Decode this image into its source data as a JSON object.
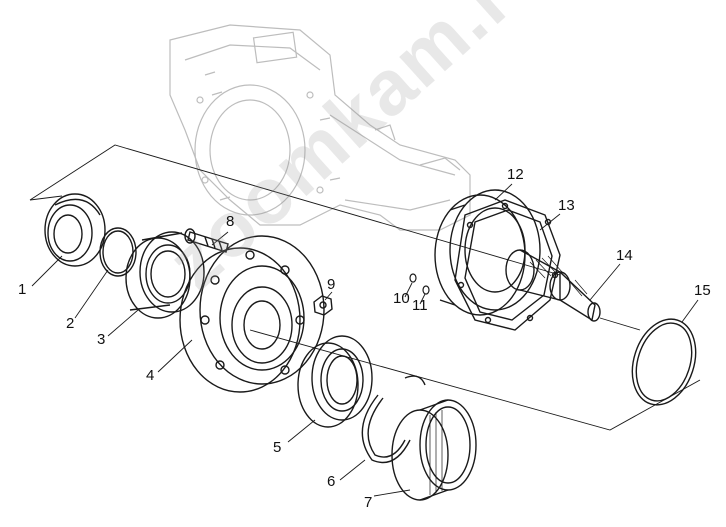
{
  "watermark": "zoomkam.ru",
  "colors": {
    "line": "#1a1a1a",
    "housing": "#bdbdbd",
    "watermark": "#999999"
  },
  "callouts": {
    "c1": "1",
    "c2": "2",
    "c3": "3",
    "c4": "4",
    "c5": "5",
    "c6": "6",
    "c7": "7",
    "c8": "8",
    "c9": "9",
    "c10": "10",
    "c11": "11",
    "c12": "12",
    "c13": "13",
    "c14": "14",
    "c15": "15"
  }
}
